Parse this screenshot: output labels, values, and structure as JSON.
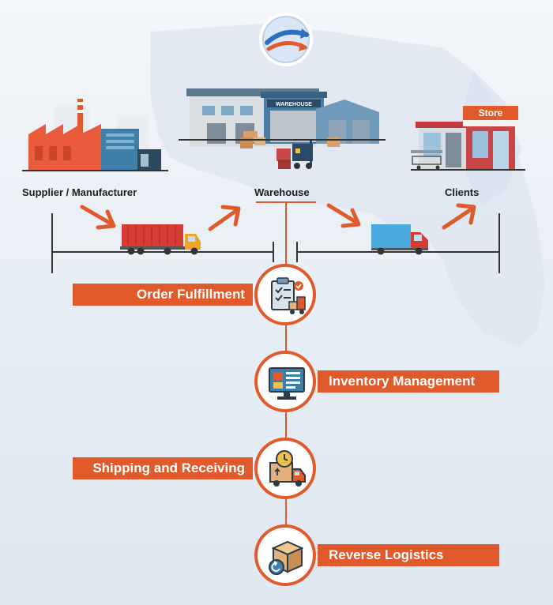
{
  "nodes": {
    "supplier": "Supplier / Manufacturer",
    "warehouse": "Warehouse",
    "clients": "Clients"
  },
  "signs": {
    "warehouse_sign": "WAREHOUSE",
    "store_sign": "Store"
  },
  "services": [
    {
      "label": "Order Fulfillment",
      "icon": "clipboard-forklift-icon"
    },
    {
      "label": "Inventory Management",
      "icon": "monitor-inventory-icon"
    },
    {
      "label": "Shipping and Receiving",
      "icon": "clock-truck-icon"
    },
    {
      "label": "Reverse Logistics",
      "icon": "box-return-icon"
    }
  ],
  "colors": {
    "accent": "#e05a2b",
    "map": "#dbe5f0",
    "text": "#1d1d1d"
  }
}
